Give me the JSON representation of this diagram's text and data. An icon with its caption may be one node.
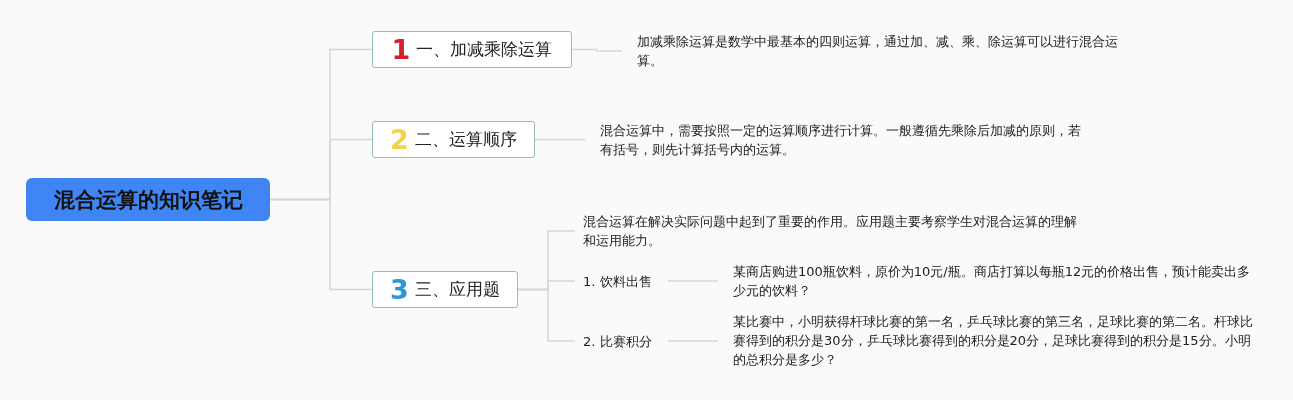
{
  "diagram": {
    "nodes": [
      {
        "text": [
          "混合运算的知识笔记"
        ]
      },
      {
        "text": [
          "1",
          "一、加减乘除运算"
        ]
      },
      {
        "text": [
          "加减乘除运算是数学中最基本的四则运算，通过加、减、乘、除运算可以进行混合运算。"
        ]
      },
      {
        "text": [
          "2",
          "二、运算顺序"
        ]
      },
      {
        "text": [
          "混合运算中，需要按照一定的运算顺序进行计算。一般遵循先乘除后加减的原则，若有括号，则先计算括号内的运算。"
        ]
      },
      {
        "text": [
          "3",
          "三、应用题"
        ]
      },
      {
        "text": [
          "混合运算在解决实际问题中起到了重要的作用。应用题主要考察学生对混合运算的理解和运用能力。"
        ]
      },
      {
        "text": [
          "1. 饮料出售"
        ]
      },
      {
        "text": [
          "某商店购进100瓶饮料，原价为10元/瓶。商店打算以每瓶12元的价格出售，预计能卖出多少元的饮料？"
        ]
      },
      {
        "text": [
          "2. 比赛积分"
        ]
      },
      {
        "text": [
          "某比赛中，小明获得杆球比赛的第一名，乒乓球比赛的第三名，足球比赛的第二名。杆球比赛得到的积分是30分，乒乓球比赛得到的积分是20分，足球比赛得到的积分是15分。小明的总积分是多少？"
        ]
      }
    ],
    "edges": [
      {
        "from": 0,
        "to": 1,
        "arrow": "none"
      },
      {
        "from": 0,
        "to": 3,
        "arrow": "none"
      },
      {
        "from": 0,
        "to": 5,
        "arrow": "none"
      },
      {
        "from": 1,
        "to": 2,
        "arrow": "none"
      },
      {
        "from": 3,
        "to": 4,
        "arrow": "none"
      },
      {
        "from": 5,
        "to": 6,
        "arrow": "none"
      },
      {
        "from": 5,
        "to": 7,
        "arrow": "none"
      },
      {
        "from": 5,
        "to": 9,
        "arrow": "none"
      },
      {
        "from": 7,
        "to": 8,
        "arrow": "none"
      },
      {
        "from": 9,
        "to": 10,
        "arrow": "none"
      }
    ]
  }
}
